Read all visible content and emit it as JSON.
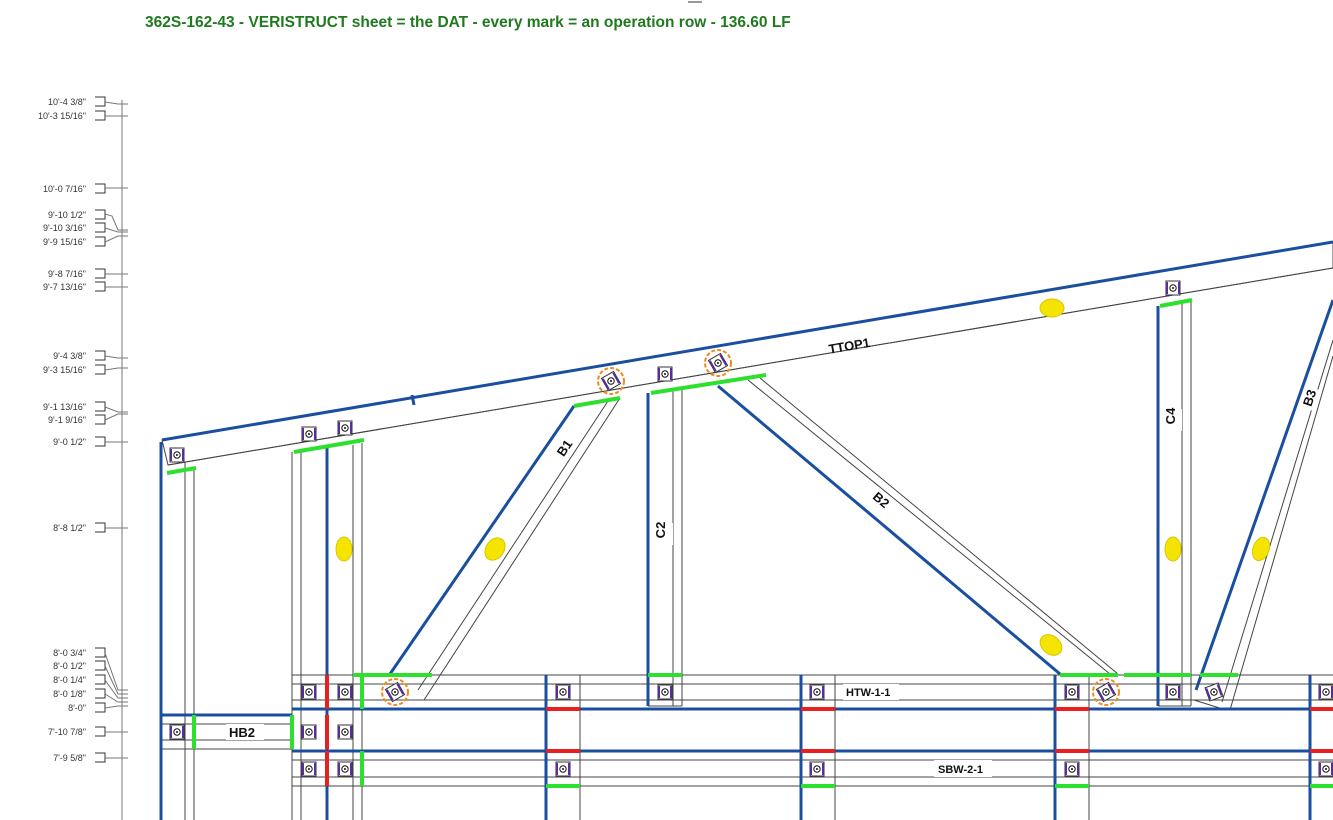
{
  "header": {
    "title": "362S-162-43 - VERISTRUCT sheet = the DAT - every mark = an operation row - 136.60 LF"
  },
  "dimensions": [
    "10'-4 3/8\"",
    "10'-3 15/16\"",
    "10'-0 7/16\"",
    "9'-10 1/2\"",
    "9'-10 3/16\"",
    "9'-9 15/16\"",
    "9'-8 7/16\"",
    "9'-7 13/16\"",
    "9'-4 3/8\"",
    "9'-3 15/16\"",
    "9'-1 13/16\"",
    "9'-1 9/16\"",
    "9'-0 1/2\"",
    "8'-8 1/2\"",
    "8'-0 3/4\"",
    "8'-0 1/2\"",
    "8'-0 1/4\"",
    "8'-0 1/8\"",
    "8'-0\"",
    "7'-10 7/8\"",
    "7'-9 5/8\""
  ],
  "members": {
    "ttop": "TTOP1",
    "b1": "B1",
    "b2": "B2",
    "b3": "B3",
    "c2": "C2",
    "c4": "C4",
    "hb2": "HB2",
    "htw": "HTW-1-1",
    "sbw": "SBW-2-1"
  },
  "colors": {
    "steel": "#1a4fa0",
    "cut": "#2ee02e",
    "stop": "#e82020",
    "punch": "#5a2ca0",
    "dimple": "#f5e400",
    "bend": "#f08a1c"
  }
}
